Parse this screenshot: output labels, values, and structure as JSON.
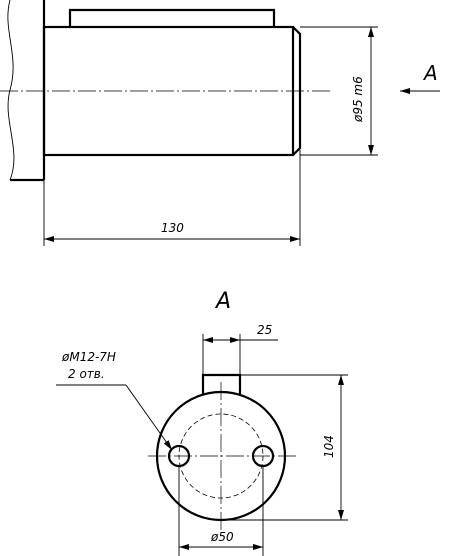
{
  "drawing": {
    "length_dim": "130",
    "diameter_dim": "ø95 m6",
    "view_arrow_label": "A",
    "section_title": "A",
    "key_width_dim": "25",
    "thread_callout_line1": "øM12-7H",
    "thread_callout_line2": "2 отв.",
    "height_dim": "104",
    "bolt_circle_dim": "ø50"
  }
}
